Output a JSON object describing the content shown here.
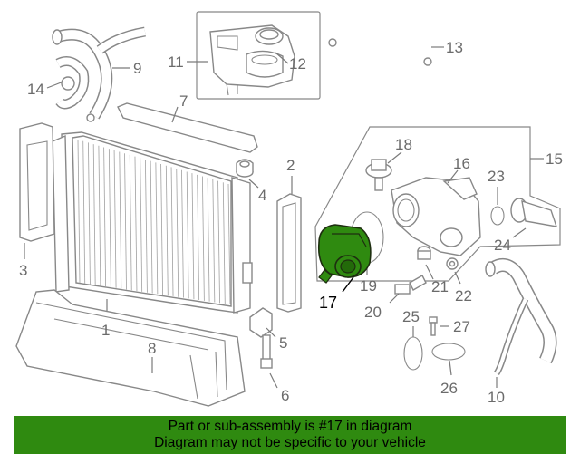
{
  "callouts": {
    "c1": "1",
    "c2": "2",
    "c3": "3",
    "c4": "4",
    "c5": "5",
    "c6": "6",
    "c7": "7",
    "c8": "8",
    "c9": "9",
    "c10": "10",
    "c11": "11",
    "c12": "12",
    "c13": "13",
    "c14": "14",
    "c15": "15",
    "c16": "16",
    "c17": "17",
    "c18": "18",
    "c19": "19",
    "c20": "20",
    "c21": "21",
    "c22": "22",
    "c23": "23",
    "c24": "24",
    "c25": "25",
    "c26": "26",
    "c27": "27"
  },
  "highlight": {
    "part_number": "17",
    "color": "#2f8a10"
  },
  "banner": {
    "line1": "Part or sub-assembly is #17 in diagram",
    "line2": "Diagram may not be specific to your vehicle",
    "color": "#2f8a10"
  }
}
